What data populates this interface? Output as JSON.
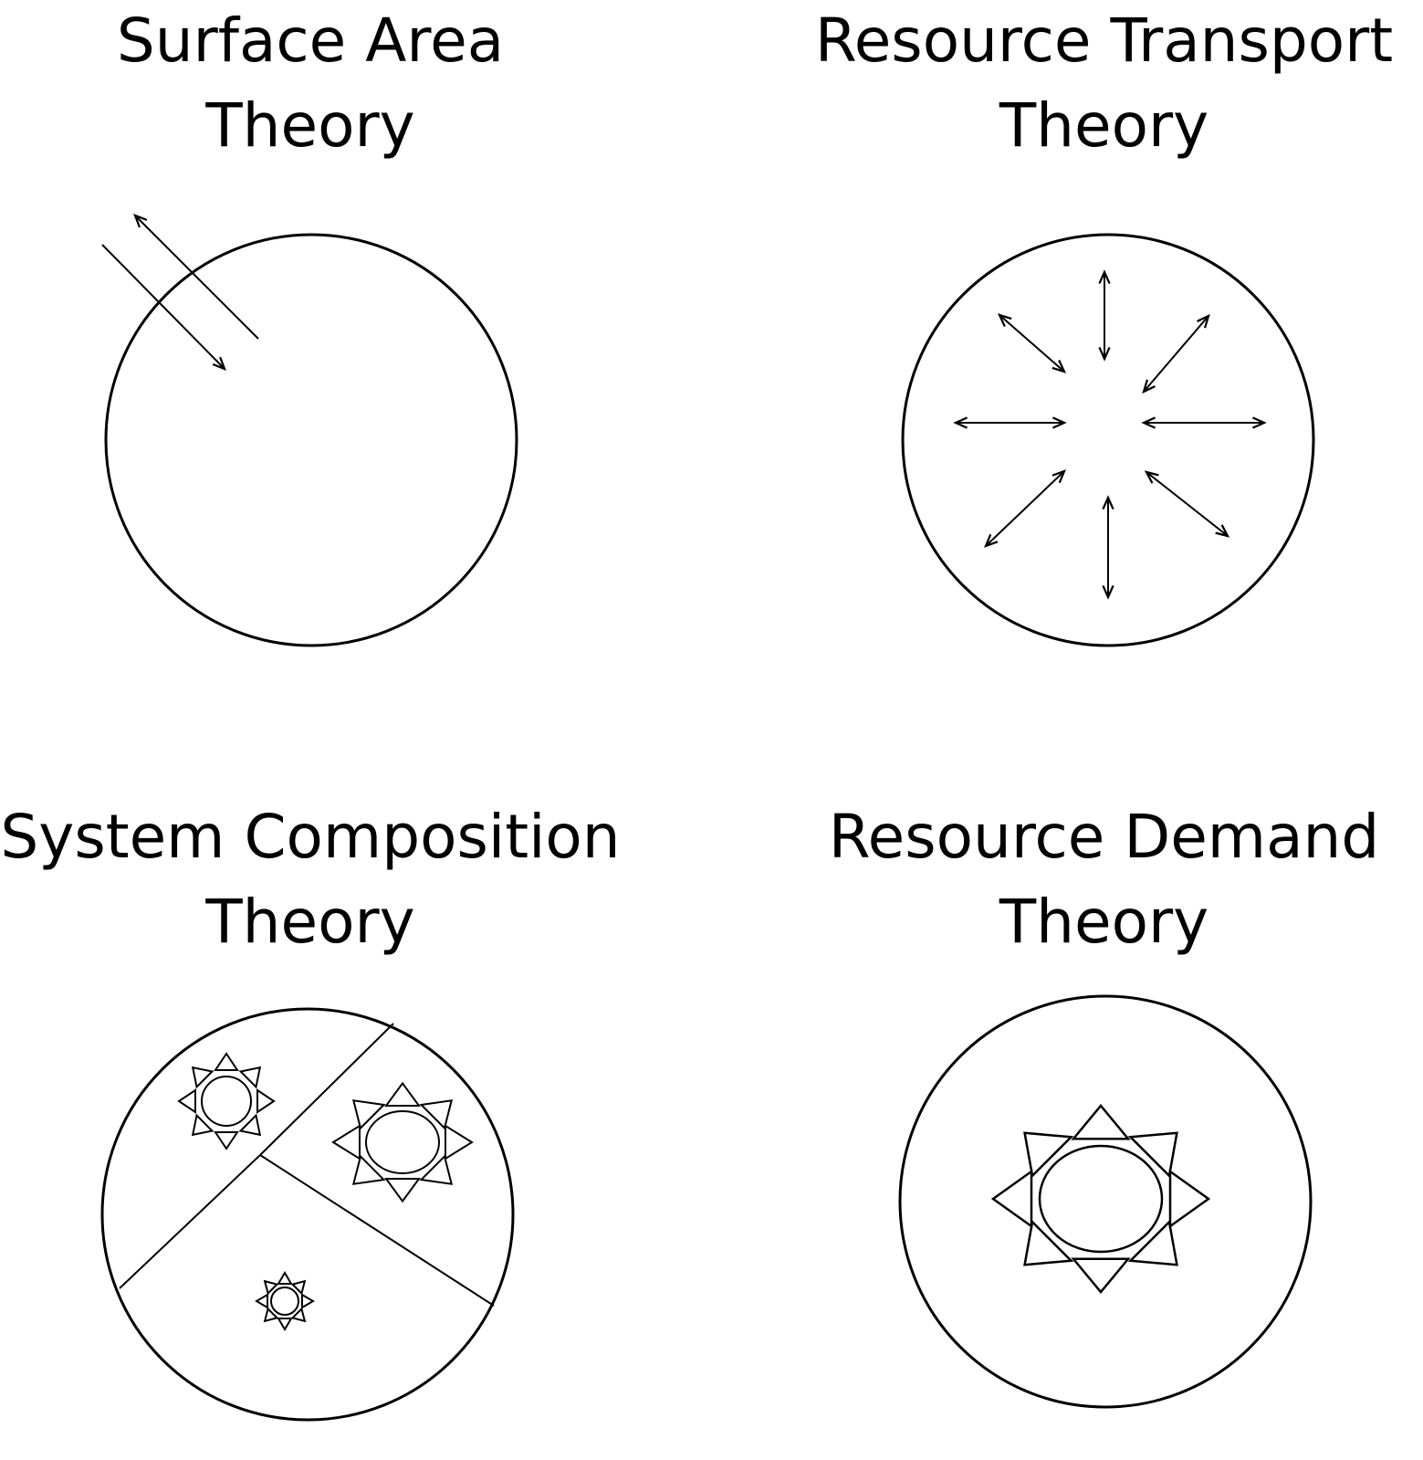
{
  "panels": {
    "surface_area": {
      "title_line1": "Surface Area",
      "title_line2": "Theory"
    },
    "resource_transport": {
      "title_line1": "Resource Transport",
      "title_line2": "Theory"
    },
    "system_composition": {
      "title_line1": "System Composition",
      "title_line2": "Theory"
    },
    "resource_demand": {
      "title_line1": "Resource Demand",
      "title_line2": "Theory"
    }
  },
  "colors": {
    "stroke": "#000000",
    "background": "#ffffff"
  }
}
